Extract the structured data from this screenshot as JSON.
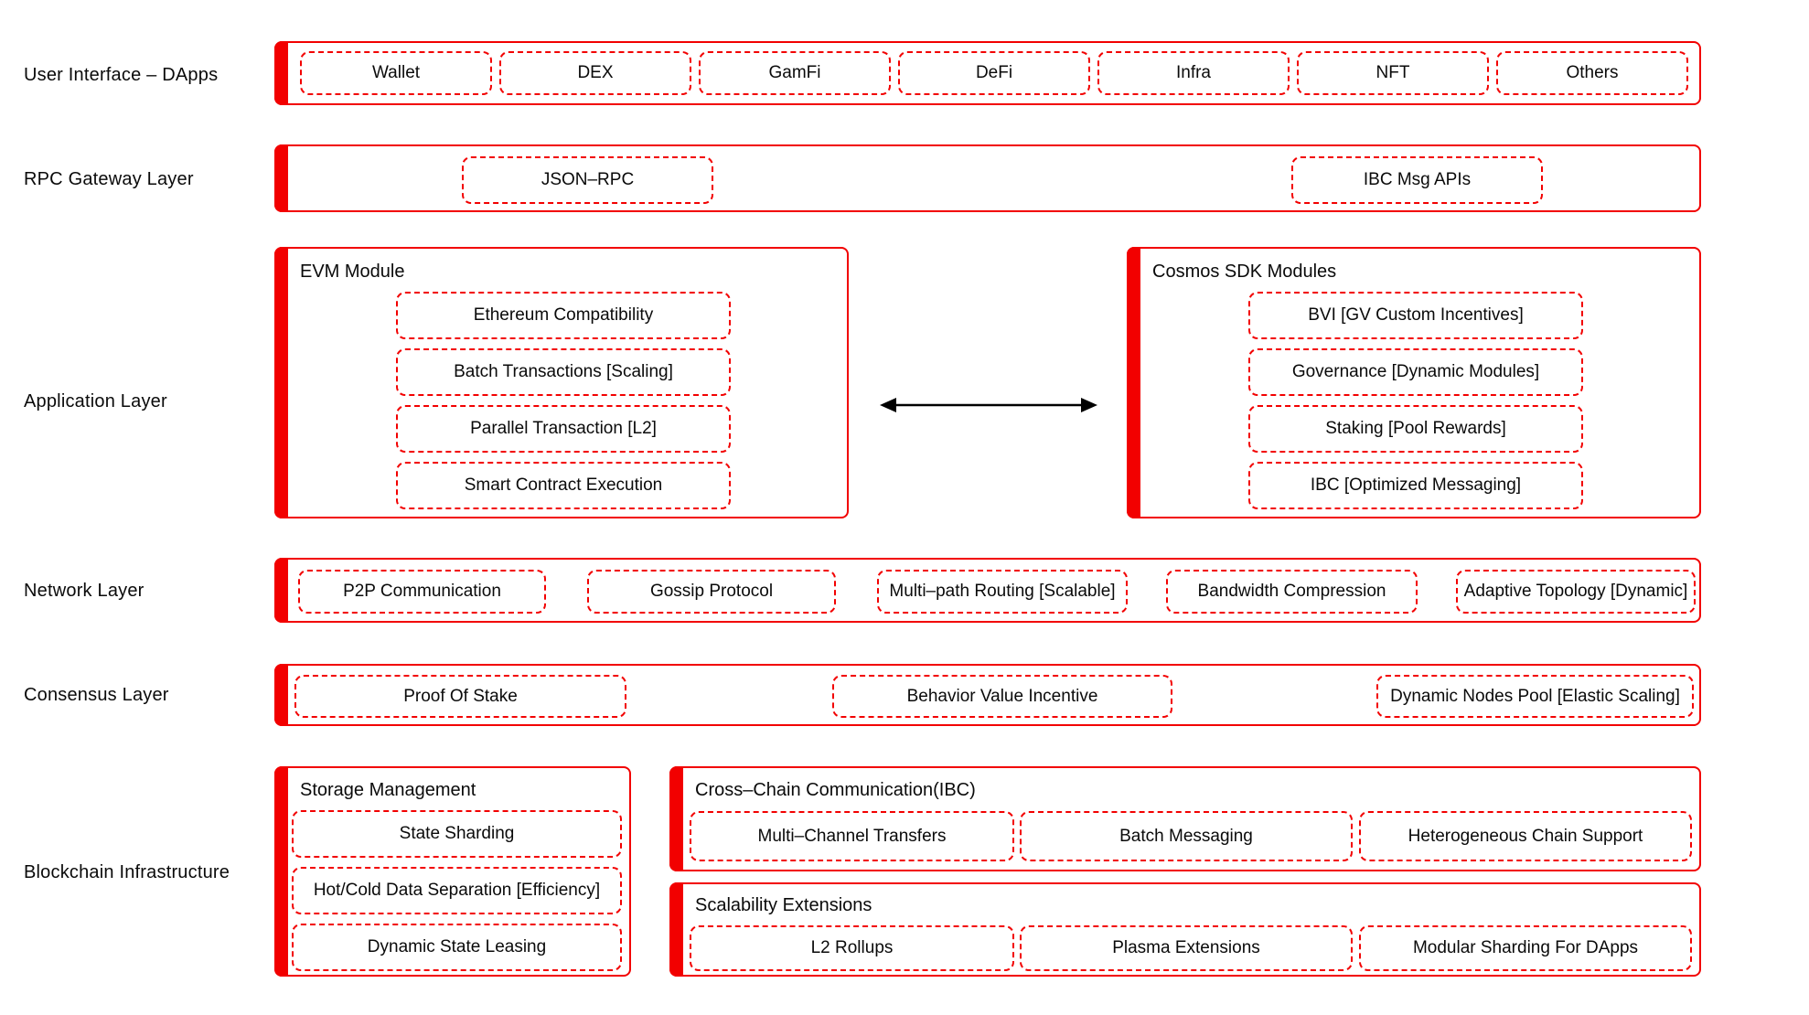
{
  "colors": {
    "accent_red": "#f20000",
    "arrow_black": "#000000",
    "background": "#ffffff"
  },
  "layers": {
    "ui": {
      "label": "User Interface – DApps",
      "items": [
        "Wallet",
        "DEX",
        "GamFi",
        "DeFi",
        "Infra",
        "NFT",
        "Others"
      ]
    },
    "rpc": {
      "label": "RPC Gateway Layer",
      "items": [
        "JSON–RPC",
        "IBC Msg APIs"
      ]
    },
    "application": {
      "label": "Application Layer",
      "evm": {
        "title": "EVM Module",
        "items": [
          "Ethereum Compatibility",
          "Batch Transactions [Scaling]",
          "Parallel Transaction [L2]",
          "Smart Contract Execution"
        ]
      },
      "cosmos": {
        "title": "Cosmos SDK Modules",
        "items": [
          "BVI [GV Custom Incentives]",
          "Governance [Dynamic Modules]",
          "Staking [Pool Rewards]",
          "IBC [Optimized Messaging]"
        ]
      }
    },
    "network": {
      "label": "Network Layer",
      "items": [
        "P2P Communication",
        "Gossip Protocol",
        "Multi–path Routing [Scalable]",
        "Bandwidth Compression",
        "Adaptive Topology [Dynamic]"
      ]
    },
    "consensus": {
      "label": "Consensus Layer",
      "items": [
        "Proof Of Stake",
        "Behavior Value Incentive",
        "Dynamic Nodes Pool [Elastic Scaling]"
      ]
    },
    "infrastructure": {
      "label": "Blockchain Infrastructure",
      "storage": {
        "title": "Storage Management",
        "items": [
          "State Sharding",
          "Hot/Cold Data Separation [Efficiency]",
          "Dynamic State Leasing"
        ]
      },
      "crosschain": {
        "title": "Cross–Chain Communication(IBC)",
        "items": [
          "Multi–Channel Transfers",
          "Batch Messaging",
          "Heterogeneous Chain Support"
        ]
      },
      "scalability": {
        "title": "Scalability Extensions",
        "items": [
          "L2 Rollups",
          "Plasma Extensions",
          "Modular Sharding For DApps"
        ]
      }
    }
  }
}
